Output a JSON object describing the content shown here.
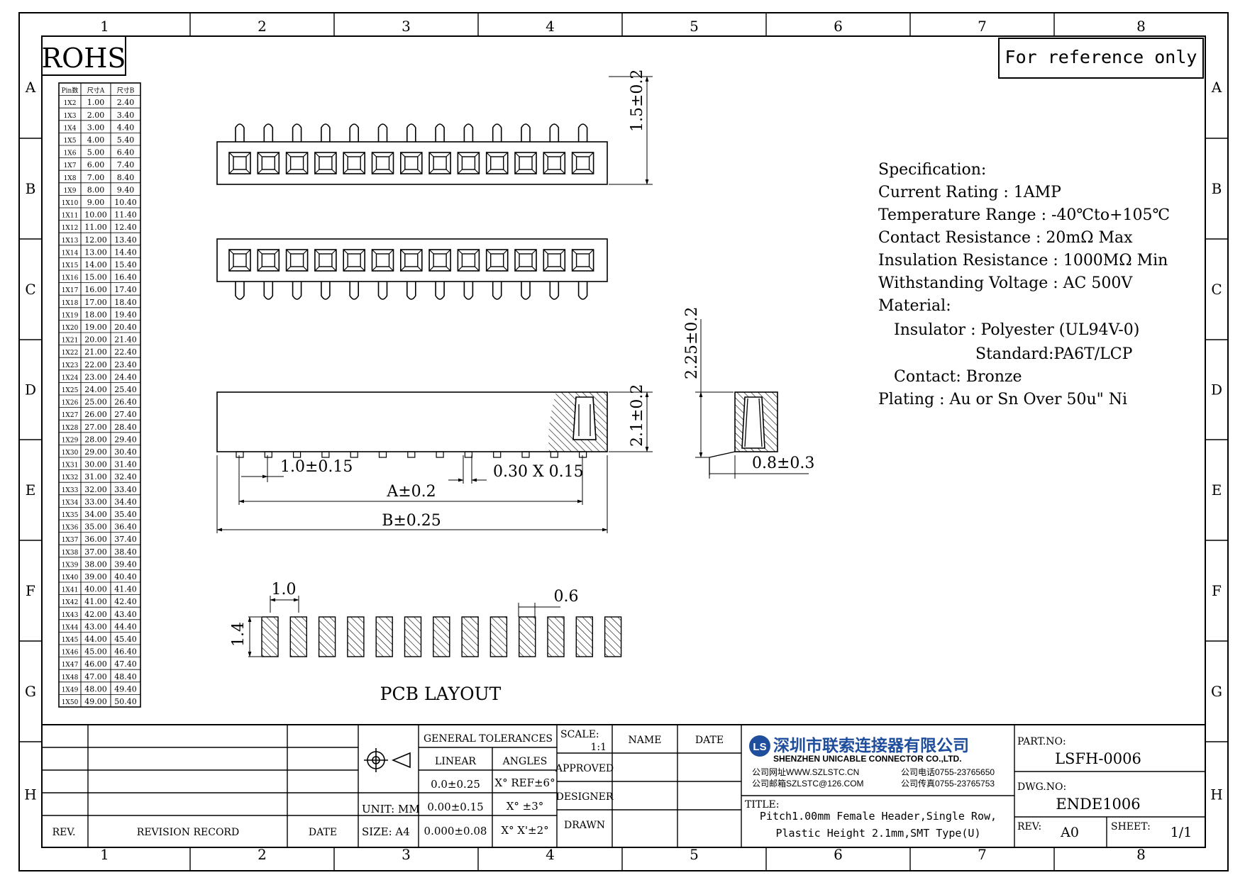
{
  "frame": {
    "columns": [
      "1",
      "2",
      "3",
      "4",
      "5",
      "6",
      "7",
      "8"
    ],
    "rows": [
      "A",
      "B",
      "C",
      "D",
      "E",
      "F",
      "G",
      "H"
    ]
  },
  "badges": {
    "rohs": "ROHS",
    "reference": "For reference only"
  },
  "size_table": {
    "headers": [
      "Pin数",
      "尺寸A",
      "尺寸B"
    ],
    "rows": [
      [
        "1X2",
        "1.00",
        "2.40"
      ],
      [
        "1X3",
        "2.00",
        "3.40"
      ],
      [
        "1X4",
        "3.00",
        "4.40"
      ],
      [
        "1X5",
        "4.00",
        "5.40"
      ],
      [
        "1X6",
        "5.00",
        "6.40"
      ],
      [
        "1X7",
        "6.00",
        "7.40"
      ],
      [
        "1X8",
        "7.00",
        "8.40"
      ],
      [
        "1X9",
        "8.00",
        "9.40"
      ],
      [
        "1X10",
        "9.00",
        "10.40"
      ],
      [
        "1X11",
        "10.00",
        "11.40"
      ],
      [
        "1X12",
        "11.00",
        "12.40"
      ],
      [
        "1X13",
        "12.00",
        "13.40"
      ],
      [
        "1X14",
        "13.00",
        "14.40"
      ],
      [
        "1X15",
        "14.00",
        "15.40"
      ],
      [
        "1X16",
        "15.00",
        "16.40"
      ],
      [
        "1X17",
        "16.00",
        "17.40"
      ],
      [
        "1X18",
        "17.00",
        "18.40"
      ],
      [
        "1X19",
        "18.00",
        "19.40"
      ],
      [
        "1X20",
        "19.00",
        "20.40"
      ],
      [
        "1X21",
        "20.00",
        "21.40"
      ],
      [
        "1X22",
        "21.00",
        "22.40"
      ],
      [
        "1X23",
        "22.00",
        "23.40"
      ],
      [
        "1X24",
        "23.00",
        "24.40"
      ],
      [
        "1X25",
        "24.00",
        "25.40"
      ],
      [
        "1X26",
        "25.00",
        "26.40"
      ],
      [
        "1X27",
        "26.00",
        "27.40"
      ],
      [
        "1X28",
        "27.00",
        "28.40"
      ],
      [
        "1X29",
        "28.00",
        "29.40"
      ],
      [
        "1X30",
        "29.00",
        "30.40"
      ],
      [
        "1X31",
        "30.00",
        "31.40"
      ],
      [
        "1X32",
        "31.00",
        "32.40"
      ],
      [
        "1X33",
        "32.00",
        "33.40"
      ],
      [
        "1X34",
        "33.00",
        "34.40"
      ],
      [
        "1X35",
        "34.00",
        "35.40"
      ],
      [
        "1X36",
        "35.00",
        "36.40"
      ],
      [
        "1X37",
        "36.00",
        "37.40"
      ],
      [
        "1X38",
        "37.00",
        "38.40"
      ],
      [
        "1X39",
        "38.00",
        "39.40"
      ],
      [
        "1X40",
        "39.00",
        "40.40"
      ],
      [
        "1X41",
        "40.00",
        "41.40"
      ],
      [
        "1X42",
        "41.00",
        "42.40"
      ],
      [
        "1X43",
        "42.00",
        "43.40"
      ],
      [
        "1X44",
        "43.00",
        "44.40"
      ],
      [
        "1X45",
        "44.00",
        "45.40"
      ],
      [
        "1X46",
        "45.00",
        "46.40"
      ],
      [
        "1X47",
        "46.00",
        "47.40"
      ],
      [
        "1X48",
        "47.00",
        "48.40"
      ],
      [
        "1X49",
        "48.00",
        "49.40"
      ],
      [
        "1X50",
        "49.00",
        "50.40"
      ]
    ]
  },
  "drawing": {
    "pin_count": 13,
    "pcb_pad_count": 13,
    "dims": {
      "top_height": "1.5±0.2",
      "body_height": "2.1±0.2",
      "side_height": "2.25±0.2",
      "pitch": "1.0±0.15",
      "pin_size": "0.30 X 0.15",
      "dim_a": "A±0.2",
      "dim_b": "B±0.25",
      "foot": "0.8±0.3",
      "pad_pitch": "1.0",
      "pad_width": "0.6",
      "pad_height": "1.4"
    },
    "pcb_label": "PCB LAYOUT"
  },
  "spec": {
    "lines": [
      "Specification:",
      "Current Rating : 1AMP",
      "Temperature Range : -40℃to+105℃",
      "Contact Resistance : 20mΩ Max",
      "Insulation Resistance : 1000MΩ Min",
      "Withstanding Voltage : AC 500V",
      "Material:",
      "Insulator : Polyester (UL94V-0)",
      "Standard:PA6T/LCP",
      "Contact: Bronze",
      "Plating : Au or Sn Over 50u\" Ni"
    ]
  },
  "title_block": {
    "rev_header": "REV.",
    "revision_record_header": "REVISION RECORD",
    "date_header": "DATE",
    "unit": "UNIT: MM",
    "size": "SIZE: A4",
    "general_tolerances": "GENERAL TOLERANCES",
    "linear": "LINEAR",
    "angles": "ANGLES",
    "linear_values": [
      "0.0±0.25",
      "0.00±0.15",
      "0.000±0.08"
    ],
    "angle_values": [
      "X° REF±6°",
      "X° ±3°",
      "X° X'±2°"
    ],
    "scale_label": "SCALE:",
    "scale_value": "1:1",
    "name_header": "NAME",
    "date_col_header": "DATE",
    "approved": "APPROVED",
    "designer": "DESIGNER",
    "drawn": "DRAWN",
    "company_cn": "深圳市联索连接器有限公司",
    "company_en": "SHENZHEN UNICABLE CONNECTOR CO.,LTD.",
    "website": "公司网址WWW.SZLSTC.CN",
    "phone": "公司电话0755-23765650",
    "email": "公司邮箱SZLSTC@126.COM",
    "fax": "公司传真0755-23765753",
    "title_label": "TITLE:",
    "title_line1": "Pitch1.00mm Female Header,Single Row,",
    "title_line2": "Plastic Height 2.1mm,SMT Type(U)",
    "part_no_label": "PART.NO:",
    "part_no": "LSFH-0006",
    "dwg_no_label": "DWG.NO:",
    "dwg_no": "ENDE1006",
    "rev_label": "REV:",
    "rev_value": "A0",
    "sheet_label": "SHEET:",
    "sheet_value": "1/1"
  },
  "colors": {
    "line": "#000000",
    "logo_blue": "#1f4e9c"
  }
}
